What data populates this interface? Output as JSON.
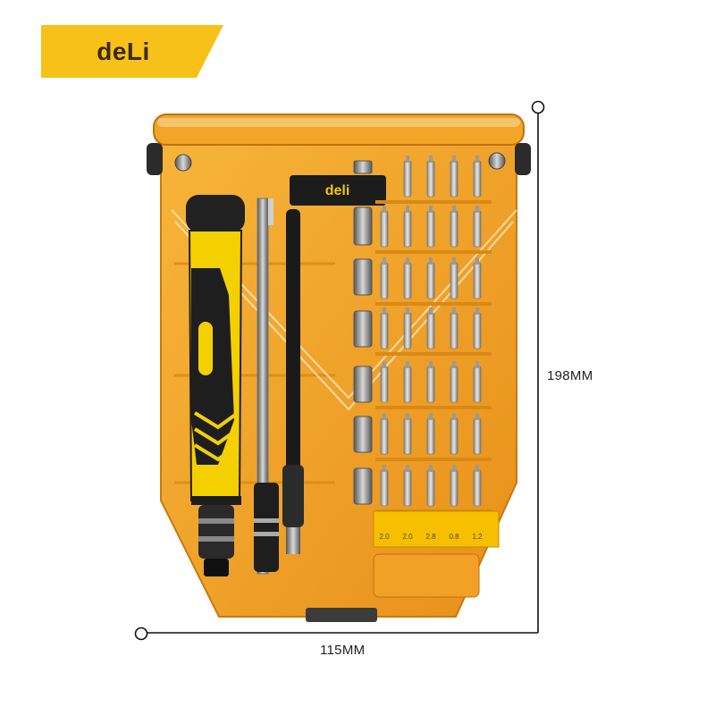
{
  "brand": {
    "banner_text": "deLi",
    "banner_color": "#f7c11a"
  },
  "product": {
    "case_logo": "deli",
    "case_color": "#f0a51c",
    "handle_accent": "#f5d000",
    "bit_sizes": [
      "2.0",
      "2.0",
      "2.8",
      "0.8",
      "1.2"
    ]
  },
  "dimensions": {
    "height_label": "198MM",
    "width_label": "115MM"
  }
}
